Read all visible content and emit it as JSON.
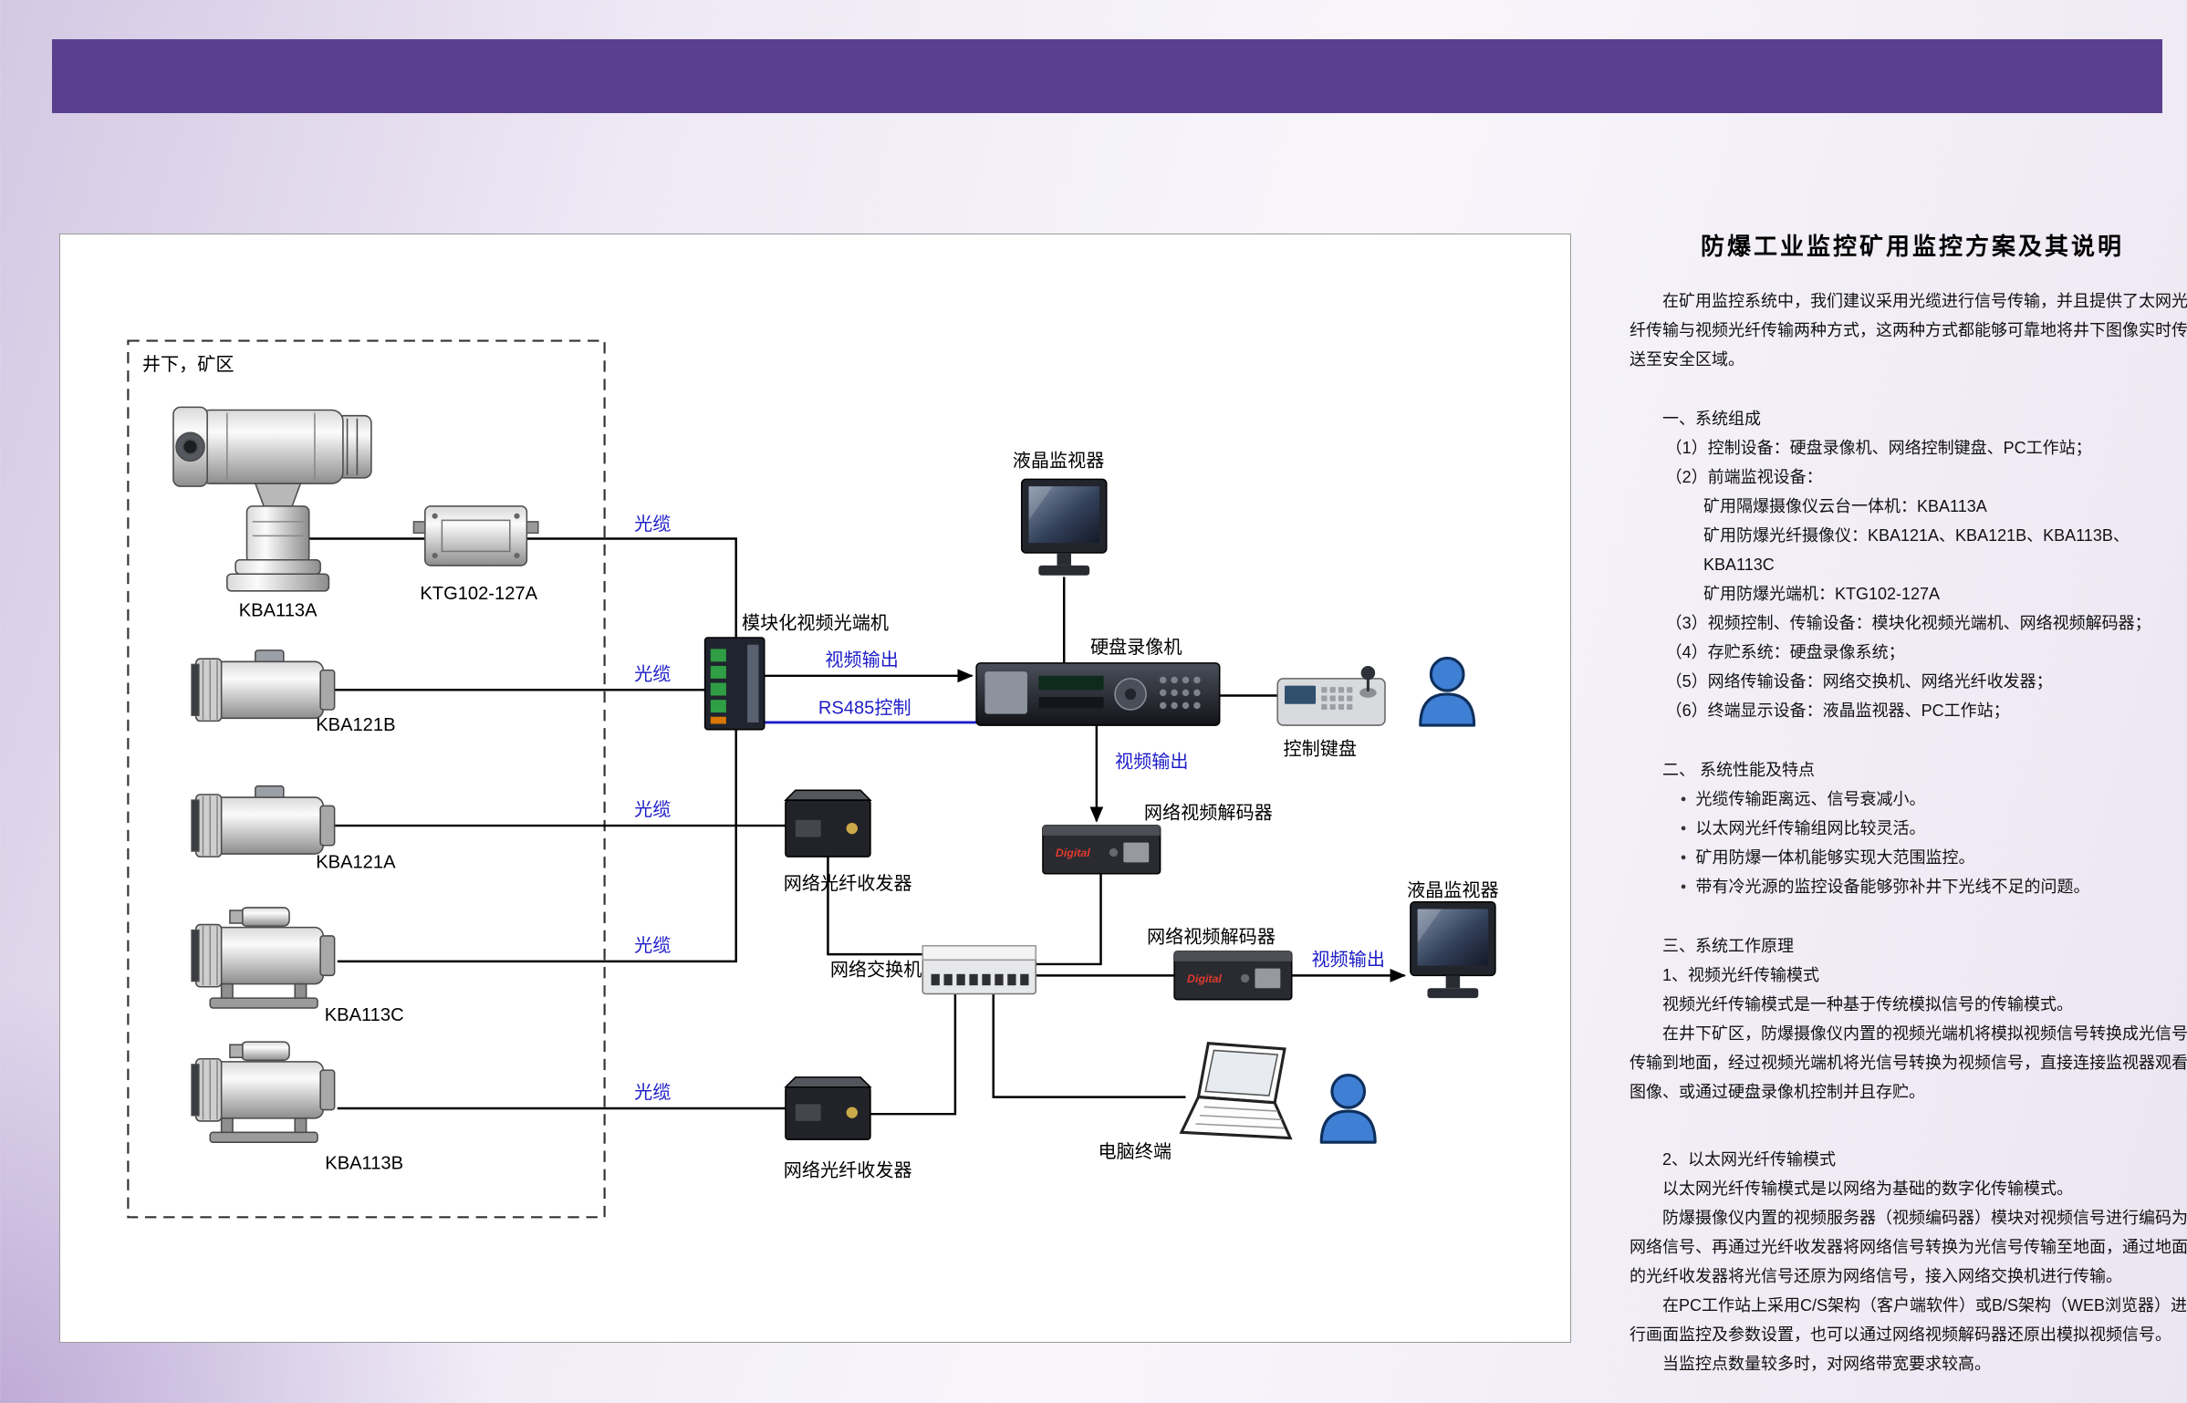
{
  "colors": {
    "header_bar": "#5a3f8f",
    "accent_blue": "#1d1dc8",
    "decoder_brand_red": "#e03a2f"
  },
  "diagram": {
    "zone_label": "井下，矿区",
    "cable_label": "光缆",
    "video_out_label": "视频输出",
    "rs485_label": "RS485控制",
    "decoder_brand": "Digital",
    "nodes": {
      "kba113a": "KBA113A",
      "ktg102": "KTG102-127A",
      "kba121b": "KBA121B",
      "kba121a": "KBA121A",
      "kba113c": "KBA113C",
      "kba113b": "KBA113B",
      "modular_vots": "模块化视频光端机",
      "lcd_monitor_1": "液晶监视器",
      "dvr": "硬盘录像机",
      "keyboard": "控制键盘",
      "net_decoder_1": "网络视频解码器",
      "fiber_transceiver_1": "网络光纤收发器",
      "net_switch": "网络交换机",
      "net_decoder_2": "网络视频解码器",
      "lcd_monitor_2": "液晶监视器",
      "pc_terminal": "电脑终端",
      "fiber_transceiver_2": "网络光纤收发器"
    }
  },
  "doc": {
    "title": "防爆工业监控矿用监控方案及其说明",
    "intro": "在矿用监控系统中，我们建议采用光缆进行信号传输，并且提供了太网光纤传输与视频光纤传输两种方式，这两种方式都能够可靠地将井下图像实时传送至安全区域。",
    "bullet_glyph": "●",
    "s1_heading": "一、系统组成",
    "s1_items": [
      "（1）控制设备：硬盘录像机、网络控制键盘、PC工作站；",
      "（2）前端监视设备：",
      "矿用隔爆摄像仪云台一体机：KBA113A",
      "矿用防爆光纤摄像仪：KBA121A、KBA121B、KBA113B、KBA113C",
      "矿用防爆光端机：KTG102-127A",
      "（3）视频控制、传输设备：模块化视频光端机、网络视频解码器；",
      "（4）存贮系统：硬盘录像系统；",
      "（5）网络传输设备：网络交换机、网络光纤收发器；",
      "（6）终端显示设备：液晶监视器、PC工作站；"
    ],
    "s2_heading": "二、 系统性能及特点",
    "s2_bullets": [
      "光缆传输距离远、信号衰减小。",
      "以太网光纤传输组网比较灵活。",
      "矿用防爆一体机能够实现大范围监控。",
      "带有冷光源的监控设备能够弥补井下光线不足的问题。"
    ],
    "s3_heading": "三、系统工作原理",
    "s3_sub1_heading": "1、视频光纤传输模式",
    "s3_sub1_p1": "视频光纤传输模式是一种基于传统模拟信号的传输模式。",
    "s3_sub1_p2": "在井下矿区，防爆摄像仪内置的视频光端机将模拟视频信号转换成光信号传输到地面，经过视频光端机将光信号转换为视频信号，直接连接监视器观看图像、或通过硬盘录像机控制并且存贮。",
    "s3_sub2_heading": "2、以太网光纤传输模式",
    "s3_sub2_p1": "以太网光纤传输模式是以网络为基础的数字化传输模式。",
    "s3_sub2_p2": "防爆摄像仪内置的视频服务器（视频编码器）模块对视频信号进行编码为网络信号、再通过光纤收发器将网络信号转换为光信号传输至地面，通过地面的光纤收发器将光信号还原为网络信号，接入网络交换机进行传输。",
    "s3_sub2_p3": "在PC工作站上采用C/S架构（客户端软件）或B/S架构（WEB浏览器）进行画面监控及参数设置，也可以通过网络视频解码器还原出模拟视频信号。",
    "s3_sub2_p4": "当监控点数量较多时，对网络带宽要求较高。"
  }
}
